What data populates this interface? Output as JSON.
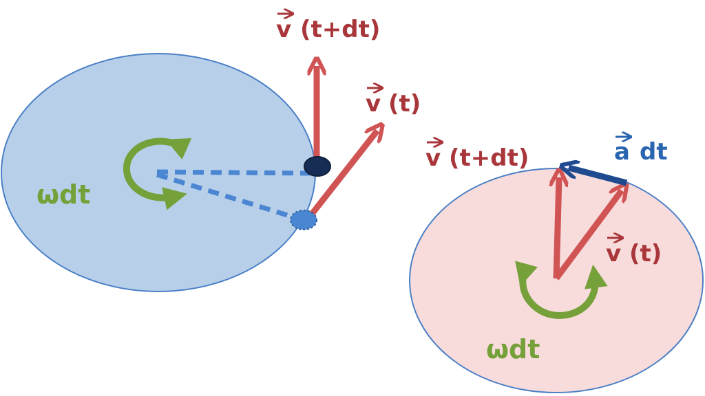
{
  "colors": {
    "position_circle_fill": "#b8cfea",
    "velocity_circle_fill": "#f8dcdc",
    "circle_stroke": "#4a7fc6",
    "velocity_arrow": "#d05454",
    "velocity_label": "#a8363a",
    "omega": "#76a03a",
    "radius_dash": "#4a86d2",
    "particle_now": "#172d55",
    "particle_prev": "#4a86d2",
    "accel": "#1f4a90",
    "accel_label": "#2a66b0"
  },
  "position_diagram": {
    "label_v_next": "(t+dt)",
    "label_v_now": "(t)",
    "omega_label": "ωdt"
  },
  "velocity_diagram": {
    "label_v_next": "(t+dt)",
    "label_v_now": "(t)",
    "accel_label": "dt",
    "omega_label": "ωdt"
  }
}
